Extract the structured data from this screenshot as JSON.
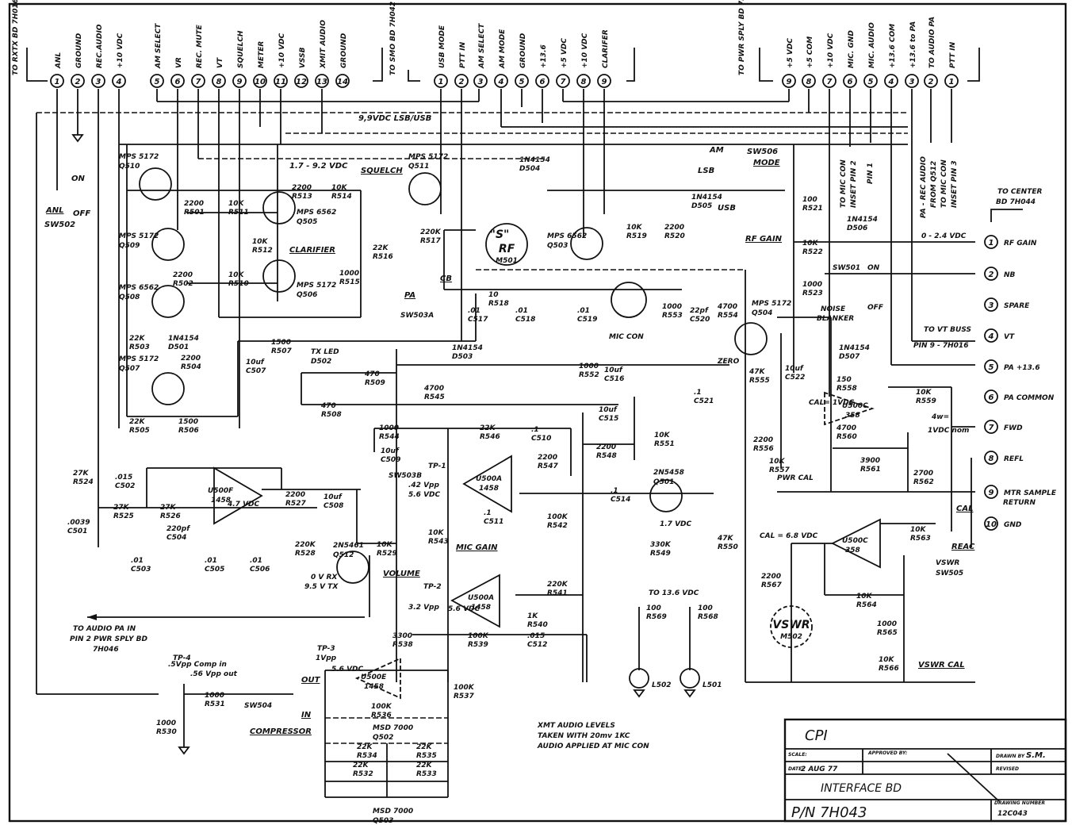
{
  "title_block": {
    "company": "CPI",
    "scale_label": "SCALE:",
    "approved_label": "APPROVED BY:",
    "drawn_label": "DRAWN BY",
    "drawn_by": "S.M.",
    "date_label": "DATE:",
    "date": "2 AUG 77",
    "revised_label": "REVISED",
    "board_name": "INTERFACE BD",
    "part_number": "P/N 7H043",
    "drawing_number_label": "DRAWING NUMBER",
    "drawing_number": "12C043"
  },
  "connectors": {
    "rxtx": {
      "title": "TO RXTX BD 7H016",
      "pins": [
        {
          "num": "1",
          "label": "ANL"
        },
        {
          "num": "2",
          "label": "GROUND"
        },
        {
          "num": "3",
          "label": "REC.AUDIO"
        },
        {
          "num": "4",
          "label": "+10 VDC"
        },
        {
          "num": "5",
          "label": "AM SELECT"
        },
        {
          "num": "6",
          "label": "VR"
        },
        {
          "num": "7",
          "label": "REC. MUTE"
        },
        {
          "num": "8",
          "label": "VT"
        },
        {
          "num": "9",
          "label": "SQUELCH"
        },
        {
          "num": "10",
          "label": "METER"
        },
        {
          "num": "11",
          "label": "+10 VDC"
        },
        {
          "num": "12",
          "label": "VSSB"
        },
        {
          "num": "13",
          "label": "XMIT AUDIO"
        },
        {
          "num": "14",
          "label": "GROUND"
        }
      ]
    },
    "smo": {
      "title": "TO SMO BD 7H042",
      "pins": [
        {
          "num": "1",
          "label": "USB MODE"
        },
        {
          "num": "2",
          "label": "PTT IN"
        },
        {
          "num": "3",
          "label": "AM SELECT"
        },
        {
          "num": "4",
          "label": "AM MODE"
        },
        {
          "num": "5",
          "label": "GROUND"
        },
        {
          "num": "6",
          "label": "+13.6"
        },
        {
          "num": "7",
          "label": "+5 VDC"
        },
        {
          "num": "8",
          "label": "+10 VDC"
        },
        {
          "num": "9",
          "label": "CLARIFER"
        }
      ]
    },
    "pwr": {
      "title": "TO PWR SPLY BD 7H046",
      "pins": [
        {
          "num": "9",
          "label": "+5 VDC"
        },
        {
          "num": "8",
          "label": "+5 COM"
        },
        {
          "num": "7",
          "label": "+10 VDC"
        },
        {
          "num": "6",
          "label": "MIC. GND"
        },
        {
          "num": "5",
          "label": "MIC. AUDIO"
        },
        {
          "num": "4",
          "label": "+13.6 COM"
        },
        {
          "num": "3",
          "label": "+13.6 to PA"
        },
        {
          "num": "2",
          "label": "TO AUDIO PA"
        },
        {
          "num": "1",
          "label": "PTT IN"
        }
      ]
    },
    "center": {
      "title_line1": "TO CENTER",
      "title_line2": "BD 7H044",
      "pins": [
        {
          "num": "1",
          "label": "RF GAIN"
        },
        {
          "num": "2",
          "label": "NB"
        },
        {
          "num": "3",
          "label": "SPARE"
        },
        {
          "num": "4",
          "label": "VT"
        },
        {
          "num": "5",
          "label": "PA +13.6"
        },
        {
          "num": "6",
          "label": "PA COMMON"
        },
        {
          "num": "7",
          "label": "FWD"
        },
        {
          "num": "8",
          "label": "REFL"
        },
        {
          "num": "9",
          "label": "MTR SAMPLE"
        },
        {
          "num": "9b",
          "label": "RETURN"
        },
        {
          "num": "10",
          "label": "GND"
        }
      ]
    }
  },
  "labels": {
    "lsb_usb": "9,9VDC  LSB/USB",
    "squelch_v": "1.7 - 9.2 VDC",
    "squelch": "SQUELCH",
    "clarifier": "CLARIFIER",
    "am": "AM",
    "lsb": "LSB",
    "usb": "USB",
    "sw506": "SW506",
    "mode": "MODE",
    "on": "ON",
    "off": "OFF",
    "anl": "ANL",
    "sw502": "SW502",
    "to_mic_con_pin2_a": "TO MIC CON",
    "to_mic_con_pin2_b": "INSET PIN 2",
    "pin1": "PIN 1",
    "pa_rec_a": "PA - REC AUDIO",
    "pa_rec_b": "FROM Q512",
    "pa_rec_c": "TO MIC CON",
    "pa_rec_d": "INSET PIN 3",
    "rf_gain": "RF GAIN",
    "rf_gain_v": "0 - 2.4 VDC",
    "sw501": "SW501",
    "noise_blanker_a": "NOISE",
    "noise_blanker_b": "BLANKER",
    "to_vt_buss": "TO VT BUSS",
    "pin9_7h016": "PIN 9 - 7H016",
    "meter_s": "\"S\"",
    "meter_rf": "RF",
    "m501": "M501",
    "cb": "CB",
    "pa": "PA",
    "sw503a": "SW503A",
    "sw503b": "SW503B",
    "mic_con": "MIC CON",
    "tx_led": "TX LED",
    "zero": "ZERO",
    "cal_1vdc": "CAL= 1VDC",
    "four_w": "4w=",
    "one_vdc_nom": "1VDC nom",
    "pwr_cal": "PWR CAL",
    "cal_68": "CAL = 6.8 VDC",
    "cal": "CAL",
    "reac": "REAC",
    "vswr_sw": "VSWR",
    "sw505": "SW505",
    "vswr_cal": "VSWR CAL",
    "vswr_meter": "VSWR",
    "m502": "M502",
    "tp1": "TP-1",
    "tp1_v": ".42 Vpp",
    "tp1_dc": "5.6 VDC",
    "tp2": "TP-2",
    "tp2_v": "3.2 Vpp",
    "tp2_dc": "5.6 VDC",
    "tp3": "TP-3",
    "tp3_v": "1Vpp",
    "tp3_dc": "5.6 VDC",
    "tp4": "TP-4",
    "tp4_a": ".5Vpp Comp in",
    "tp4_b": ".56 Vpp out",
    "out": "OUT",
    "in": "IN",
    "sw504": "SW504",
    "compressor": "COMPRESSOR",
    "u500f_v": "4.7 VDC",
    "volume": "VOLUME",
    "mic_gain": "MIC GAIN",
    "q512_a": "0 V RX",
    "q512_b": "9.5 V TX",
    "to_audio_pa_a": "TO AUDIO PA IN",
    "to_audio_pa_b": "PIN 2 PWR SPLY BD",
    "to_audio_pa_c": "7H046",
    "to_13_6": "TO 13.6 VDC",
    "q501_v": "1.7 VDC",
    "xmt_a": "XMT AUDIO LEVELS",
    "xmt_b": "TAKEN WITH 20mv 1KC",
    "xmt_c": "AUDIO APPLIED AT MIC CON"
  },
  "transistors": [
    {
      "ref": "Q510",
      "part": "MPS 5172"
    },
    {
      "ref": "Q509",
      "part": "MPS 5172"
    },
    {
      "ref": "Q508",
      "part": "MPS 6562"
    },
    {
      "ref": "Q507",
      "part": "MPS 5172"
    },
    {
      "ref": "Q505",
      "part": "MPS 6562"
    },
    {
      "ref": "Q506",
      "part": "MPS 5172"
    },
    {
      "ref": "Q511",
      "part": "MPS 5172"
    },
    {
      "ref": "Q503",
      "part": "MPS 6562"
    },
    {
      "ref": "Q504",
      "part": "MPS 5172"
    },
    {
      "ref": "Q501",
      "part": "2N5458"
    },
    {
      "ref": "Q512",
      "part": "2N5461"
    },
    {
      "ref": "Q502",
      "part": "MSD 7000"
    },
    {
      "ref": "Q503b",
      "part": "MSD 7000"
    }
  ],
  "opamps": [
    {
      "ref": "U500F",
      "part": "1458"
    },
    {
      "ref": "U500A",
      "part": "1458"
    },
    {
      "ref": "U500A2",
      "part": "1458"
    },
    {
      "ref": "U500E",
      "part": "1458"
    },
    {
      "ref": "U500C",
      "part": "358"
    },
    {
      "ref": "U500C2",
      "part": "358"
    }
  ],
  "diodes": [
    {
      "ref": "D501",
      "part": "1N4154"
    },
    {
      "ref": "D502",
      "part": "TX LED"
    },
    {
      "ref": "D503",
      "part": "1N4154"
    },
    {
      "ref": "D504",
      "part": "1N4154"
    },
    {
      "ref": "D505",
      "part": "1N4154"
    },
    {
      "ref": "D506",
      "part": "1N4154"
    },
    {
      "ref": "D507",
      "part": "1N4154"
    }
  ],
  "resistors": [
    {
      "ref": "R501",
      "value": "2200"
    },
    {
      "ref": "R502",
      "value": "2200"
    },
    {
      "ref": "R503",
      "value": "22K"
    },
    {
      "ref": "R504",
      "value": "2200"
    },
    {
      "ref": "R505",
      "value": "22K"
    },
    {
      "ref": "R506",
      "value": "1500"
    },
    {
      "ref": "R507",
      "value": "1500"
    },
    {
      "ref": "R508",
      "value": "470"
    },
    {
      "ref": "R509",
      "value": "470"
    },
    {
      "ref": "R510",
      "value": "10K"
    },
    {
      "ref": "R511",
      "value": "10K"
    },
    {
      "ref": "R512",
      "value": "10K"
    },
    {
      "ref": "R513",
      "value": "2200"
    },
    {
      "ref": "R514",
      "value": "10K"
    },
    {
      "ref": "R515",
      "value": "1000"
    },
    {
      "ref": "R516",
      "value": "22K"
    },
    {
      "ref": "R517",
      "value": "220K"
    },
    {
      "ref": "R518",
      "value": "10"
    },
    {
      "ref": "R519",
      "value": "10K"
    },
    {
      "ref": "R520",
      "value": "2200"
    },
    {
      "ref": "R521",
      "value": "100"
    },
    {
      "ref": "R522",
      "value": "10K"
    },
    {
      "ref": "R523",
      "value": "1000"
    },
    {
      "ref": "R524",
      "value": "27K"
    },
    {
      "ref": "R525",
      "value": "27K"
    },
    {
      "ref": "R526",
      "value": "27K"
    },
    {
      "ref": "R527",
      "value": "2200"
    },
    {
      "ref": "R528",
      "value": "220K"
    },
    {
      "ref": "R529",
      "value": "10K"
    },
    {
      "ref": "R530",
      "value": "1000"
    },
    {
      "ref": "R531",
      "value": "1000"
    },
    {
      "ref": "R532",
      "value": "22K"
    },
    {
      "ref": "R533",
      "value": "22K"
    },
    {
      "ref": "R534",
      "value": "22K"
    },
    {
      "ref": "R535",
      "value": "22K"
    },
    {
      "ref": "R536",
      "value": "100K"
    },
    {
      "ref": "R537",
      "value": "100K"
    },
    {
      "ref": "R538",
      "value": "3300"
    },
    {
      "ref": "R539",
      "value": "100K"
    },
    {
      "ref": "R540",
      "value": "1K"
    },
    {
      "ref": "R541",
      "value": "220K"
    },
    {
      "ref": "R542",
      "value": "100K"
    },
    {
      "ref": "R543",
      "value": "10K"
    },
    {
      "ref": "R544",
      "value": "1000"
    },
    {
      "ref": "R545",
      "value": "4700"
    },
    {
      "ref": "R546",
      "value": "22K"
    },
    {
      "ref": "R547",
      "value": "2200"
    },
    {
      "ref": "R548",
      "value": "2200"
    },
    {
      "ref": "R549",
      "value": "330K"
    },
    {
      "ref": "R550",
      "value": "47K"
    },
    {
      "ref": "R551",
      "value": "10K"
    },
    {
      "ref": "R552",
      "value": "1000"
    },
    {
      "ref": "R553",
      "value": "1000"
    },
    {
      "ref": "R554",
      "value": "4700"
    },
    {
      "ref": "R555",
      "value": "47K"
    },
    {
      "ref": "R556",
      "value": "2200"
    },
    {
      "ref": "R557",
      "value": "10K"
    },
    {
      "ref": "R558",
      "value": "150"
    },
    {
      "ref": "R559",
      "value": "10K"
    },
    {
      "ref": "R560",
      "value": "4700"
    },
    {
      "ref": "R561",
      "value": "3900"
    },
    {
      "ref": "R562",
      "value": "2700"
    },
    {
      "ref": "R563",
      "value": "10K"
    },
    {
      "ref": "R564",
      "value": "10K"
    },
    {
      "ref": "R565",
      "value": "1000"
    },
    {
      "ref": "R566",
      "value": "10K"
    },
    {
      "ref": "R567",
      "value": "2200"
    },
    {
      "ref": "R568",
      "value": "100"
    },
    {
      "ref": "R569",
      "value": "100"
    }
  ],
  "capacitors": [
    {
      "ref": "C501",
      "value": ".0039"
    },
    {
      "ref": "C502",
      "value": ".015"
    },
    {
      "ref": "C503",
      "value": ".01"
    },
    {
      "ref": "C504",
      "value": "220pf"
    },
    {
      "ref": "C505",
      "value": ".01"
    },
    {
      "ref": "C506",
      "value": ".01"
    },
    {
      "ref": "C507",
      "value": "10uf"
    },
    {
      "ref": "C508",
      "value": "10uf"
    },
    {
      "ref": "C509",
      "value": "10uf"
    },
    {
      "ref": "C510",
      "value": ".1"
    },
    {
      "ref": "C511",
      "value": ".1"
    },
    {
      "ref": "C512",
      "value": ".015"
    },
    {
      "ref": "C514",
      "value": ".1"
    },
    {
      "ref": "C515",
      "value": "10uf"
    },
    {
      "ref": "C516",
      "value": "10uf"
    },
    {
      "ref": "C517",
      "value": ".01"
    },
    {
      "ref": "C518",
      "value": ".01"
    },
    {
      "ref": "C519",
      "value": ".01"
    },
    {
      "ref": "C520",
      "value": "22pf"
    },
    {
      "ref": "C521",
      "value": ".1"
    },
    {
      "ref": "C522",
      "value": "10uf"
    }
  ],
  "lamps": [
    {
      "ref": "L502"
    },
    {
      "ref": "L501"
    }
  ]
}
